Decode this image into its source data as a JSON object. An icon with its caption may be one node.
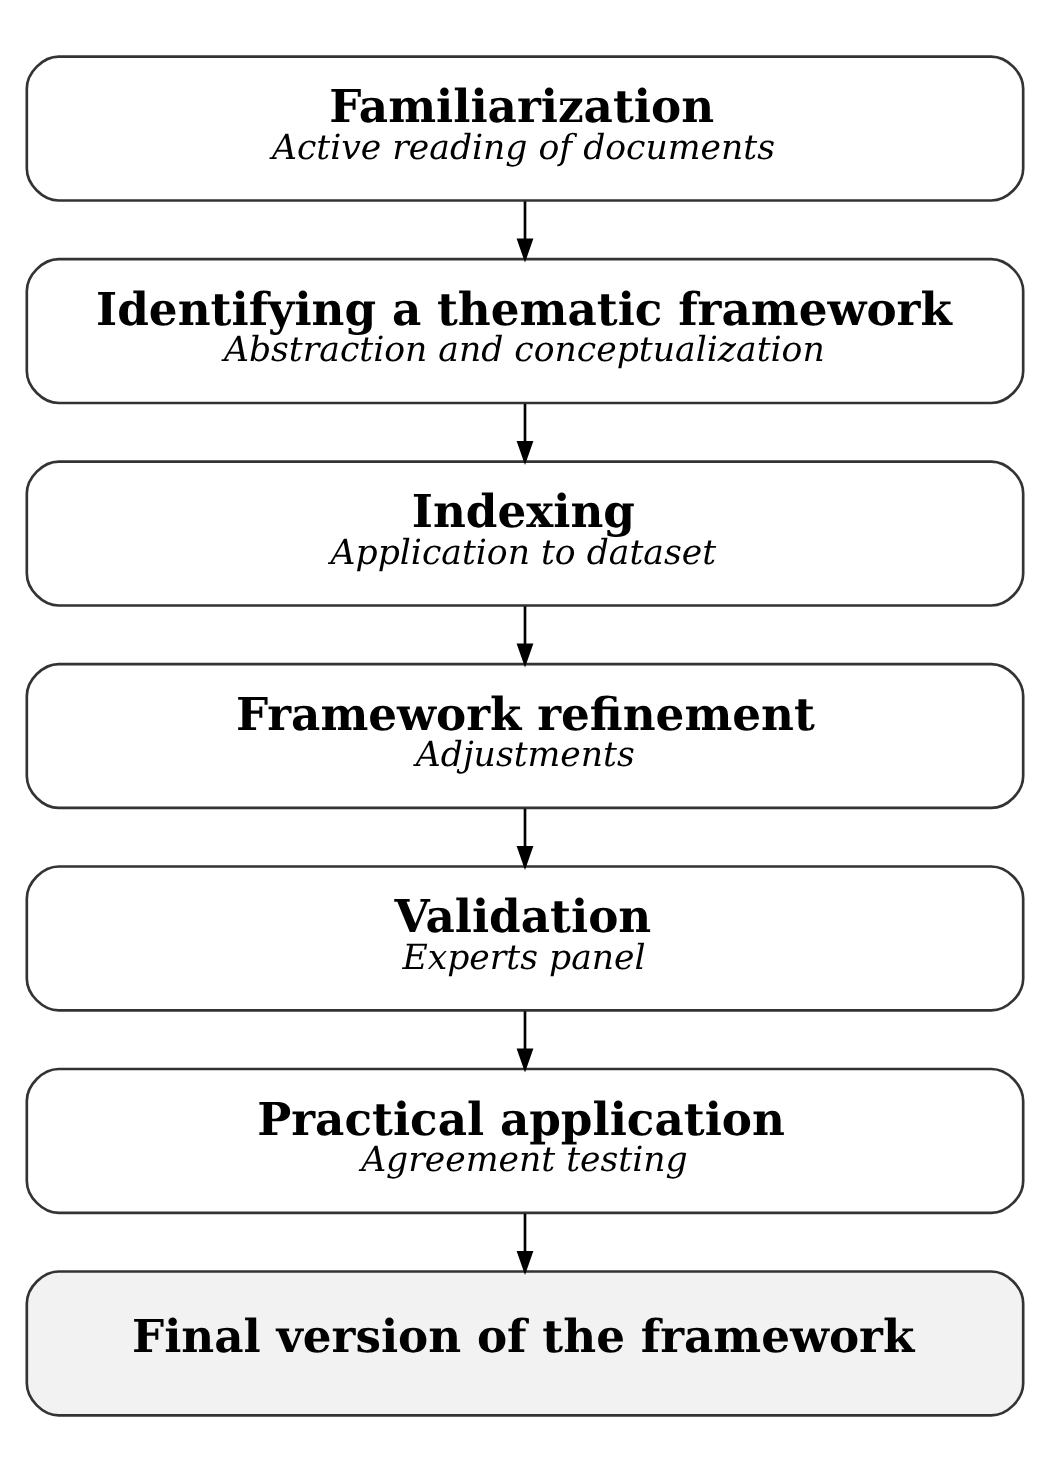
{
  "diagram": {
    "nodes": [
      {
        "text": [
          "Familiarization",
          "Active reading of documents"
        ]
      },
      {
        "text": [
          "Identifying a thematic framework",
          "Abstraction and conceptualization"
        ]
      },
      {
        "text": [
          "Indexing",
          "Application to dataset"
        ]
      },
      {
        "text": [
          "Framework refinement",
          "Adjustments"
        ]
      },
      {
        "text": [
          "Validation",
          "Experts panel"
        ]
      },
      {
        "text": [
          "Practical application",
          "Agreement testing"
        ]
      },
      {
        "text": [
          "Final version of the framework"
        ]
      }
    ],
    "edges": [
      {
        "from": 0,
        "to": 1,
        "arrow": "to"
      },
      {
        "from": 1,
        "to": 2,
        "arrow": "to"
      },
      {
        "from": 2,
        "to": 3,
        "arrow": "to"
      },
      {
        "from": 3,
        "to": 4,
        "arrow": "to"
      },
      {
        "from": 4,
        "to": 5,
        "arrow": "to"
      },
      {
        "from": 5,
        "to": 6,
        "arrow": "to"
      }
    ]
  }
}
